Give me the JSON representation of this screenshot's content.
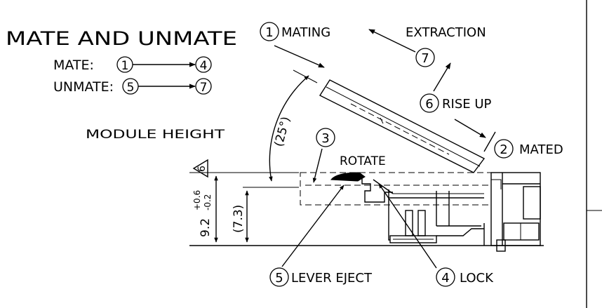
{
  "title": "MATE AND UNMATE",
  "sequence": {
    "mate_label": "MATE:",
    "mate_from": "1",
    "mate_to": "4",
    "unmate_label": "UNMATE:",
    "unmate_from": "5",
    "unmate_to": "7"
  },
  "module_height_label": "MODULE HEIGHT",
  "angle_label": "(25°)",
  "dim_main": "9.2",
  "dim_tol_plus": "+0.6",
  "dim_tol_minus": "-0.2",
  "dim_ref": "(7.3)",
  "datum_mark": "6",
  "callouts": [
    {
      "num": "1",
      "label": "MATING"
    },
    {
      "num": "2",
      "label": "MATED"
    },
    {
      "num": "3",
      "label": "ROTATE"
    },
    {
      "num": "4",
      "label": "LOCK"
    },
    {
      "num": "5",
      "label": "LEVER EJECT"
    },
    {
      "num": "6",
      "label": "RISE UP"
    },
    {
      "num": "7",
      "label": "EXTRACTION"
    }
  ]
}
